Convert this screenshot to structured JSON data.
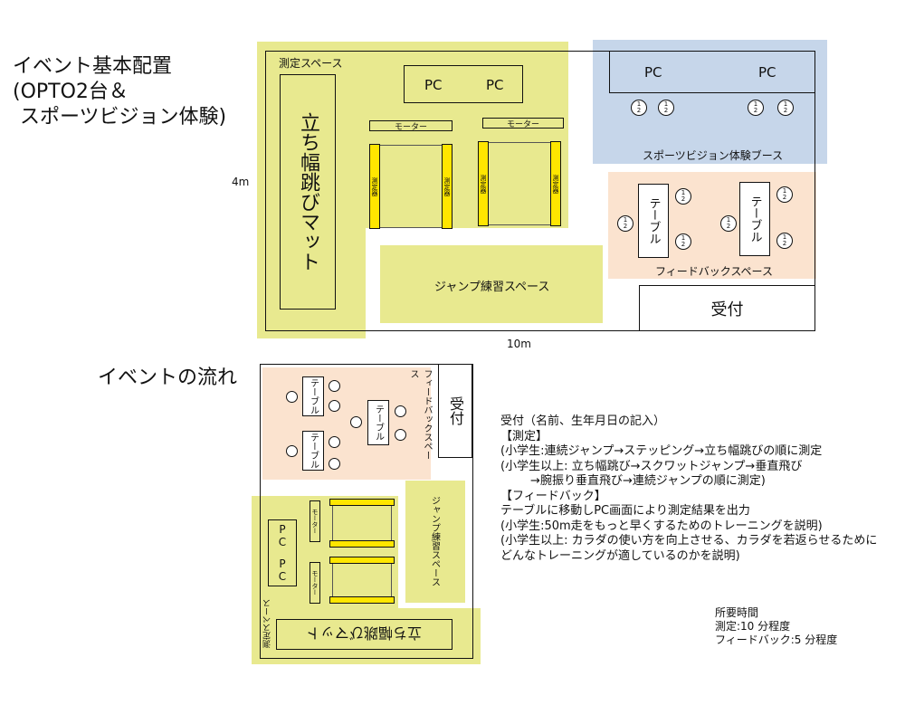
{
  "titles": {
    "layout_line1": "イベント基本配置",
    "layout_line2": "(OPTO2台＆",
    "layout_line3": "スポーツビジョン体験)",
    "flow": "イベントの流れ"
  },
  "layout": {
    "dim_height": "4m",
    "dim_width": "10m",
    "measure_space": "測定スペース",
    "standing_jump_mat": "立ち幅跳びマット",
    "pc": "PC",
    "monitor": "モーター",
    "bar_label": "測定器",
    "jump_practice": "ジャンプ練習スペース",
    "sports_vision_booth": "スポーツビジョン体験ブース",
    "feedback_space": "フィードバックスペース",
    "table": "テーブル",
    "reception": "受付",
    "seat_1": "1\n2",
    "seat_2": "1\n2",
    "seat_3": "1\n2",
    "seat_4": "1\n2",
    "fb_seat": "1\n2"
  },
  "flow": {
    "measure_space": "測定スペース",
    "standing_jump_mat": "立ち幅跳びマット",
    "pc": "PC",
    "monitor": "モーター",
    "jump_practice": "ジャンプ練習スペース",
    "feedback_space": "フィードバックスペース",
    "table": "テーブル",
    "reception": "受付"
  },
  "info": {
    "lines": [
      "受付（名前、生年月日の記入）",
      "【測定】",
      "(小学生:連続ジャンプ→ステッピング→立ち幅跳びの順に測定",
      "(小学生以上: 立ち幅跳び→スクワットジャンプ→垂直飛び",
      "        →腕振り垂直飛び→連続ジャンプの順に測定)",
      "【フィードバック】",
      "テーブルに移動しPC画面により測定結果を出力",
      "(小学生:50m走をもっと早くするためのトレーニングを説明)",
      "(小学生以上: カラダの使い方を向上させる、カラダを若返らせるために",
      "どんなトレーニングが適しているのかを説明)"
    ],
    "time_lines": [
      "所要時間",
      "測定:10 分程度",
      "フィードバック:5 分程度"
    ]
  }
}
